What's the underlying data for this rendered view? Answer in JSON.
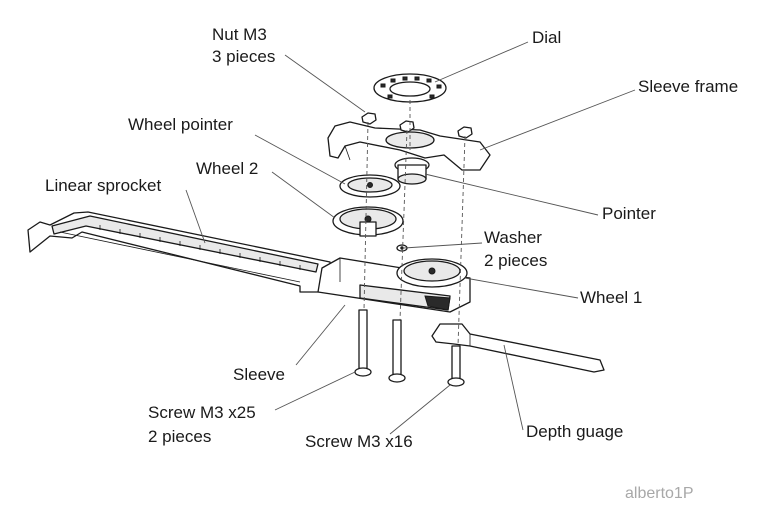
{
  "labels": {
    "nut": "Nut M3",
    "nut_qty": "3 pieces",
    "dial": "Dial",
    "sleeve_frame": "Sleeve frame",
    "wheel_pointer": "Wheel pointer",
    "wheel2": "Wheel 2",
    "linear_sprocket": "Linear sprocket",
    "pointer": "Pointer",
    "washer": "Washer",
    "washer_qty": "2 pieces",
    "wheel1": "Wheel 1",
    "sleeve": "Sleeve",
    "screw25": "Screw M3 x25",
    "screw25_qty": "2 pieces",
    "screw16": "Screw M3 x16",
    "depth_gauge": "Depth guage"
  },
  "watermark": "alberto1P"
}
